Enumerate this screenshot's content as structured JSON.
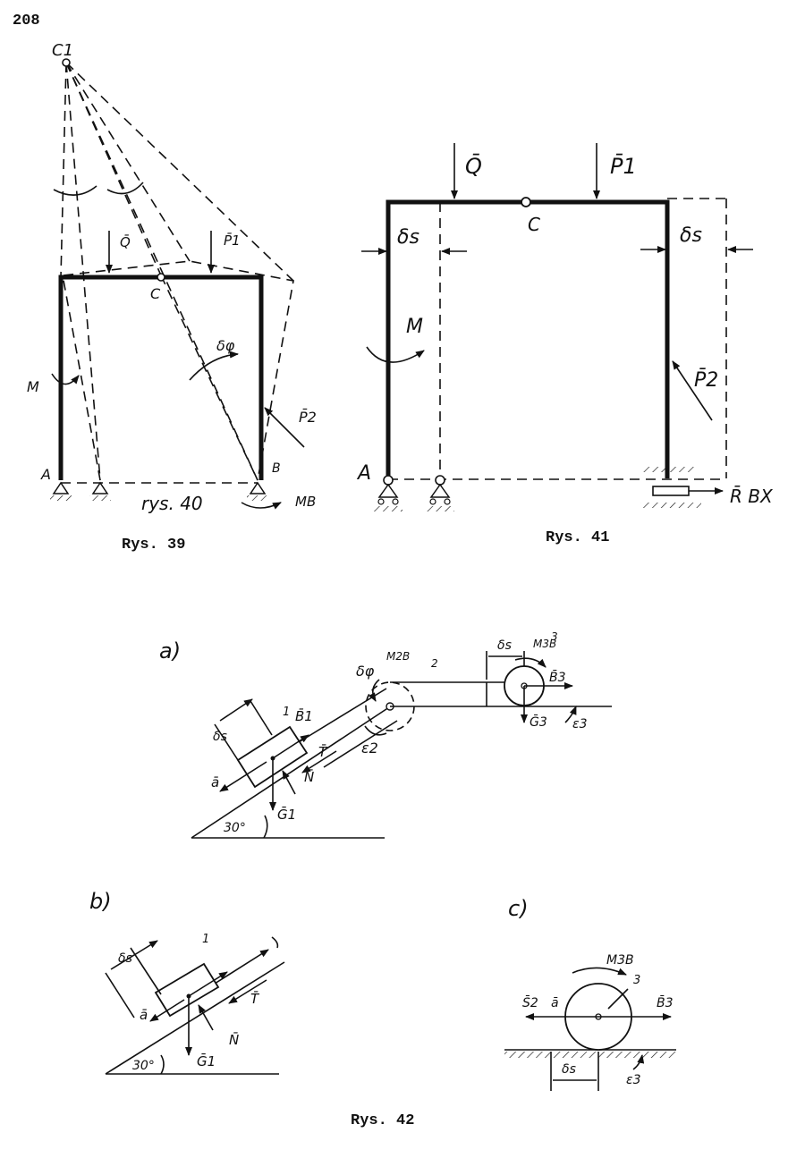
{
  "page_number": "208",
  "captions": {
    "fig39": "Rys. 39",
    "fig41": "Rys. 41",
    "fig42": "Rys. 42"
  },
  "fig39": {
    "c1": "C1",
    "q": "Q̄",
    "p1": "P̄1",
    "c": "C",
    "dphi": "δφ",
    "m": "M",
    "p2": "P̄2",
    "a": "A",
    "b": "B",
    "mb": "MB",
    "handwritten": "rys. 40"
  },
  "fig41": {
    "q": "Q̄",
    "p1": "P̄1",
    "c": "C",
    "ds_left": "δs",
    "ds_right": "δs",
    "m": "M",
    "p2": "P̄2",
    "a": "A",
    "rbx": "R̄ BX"
  },
  "fig42a": {
    "label": "a)",
    "ds1": "δs",
    "body1": "1",
    "b1": "B̄1",
    "a": "ā",
    "t": "T̄",
    "n": "N̄",
    "g1": "Ḡ1",
    "angle": "30°",
    "dphi": "δφ",
    "m2b": "M2B",
    "body2": "2",
    "eps2": "ε2",
    "ds3": "δs",
    "m3b": "M3B",
    "body3": "3",
    "b3": "B̄3",
    "g3": "Ḡ3",
    "eps3": "ε3"
  },
  "fig42b": {
    "label": "b)",
    "ds": "δs",
    "body1": "1",
    "a": "ā",
    "t": "T̄",
    "n": "N̄",
    "g1": "Ḡ1",
    "angle": "30°"
  },
  "fig42c": {
    "label": "c)",
    "m3b": "M3B",
    "body3": "3",
    "s2": "S̄2",
    "a": "ā",
    "b3": "B̄3",
    "ds": "δs",
    "eps3": "ε3"
  }
}
